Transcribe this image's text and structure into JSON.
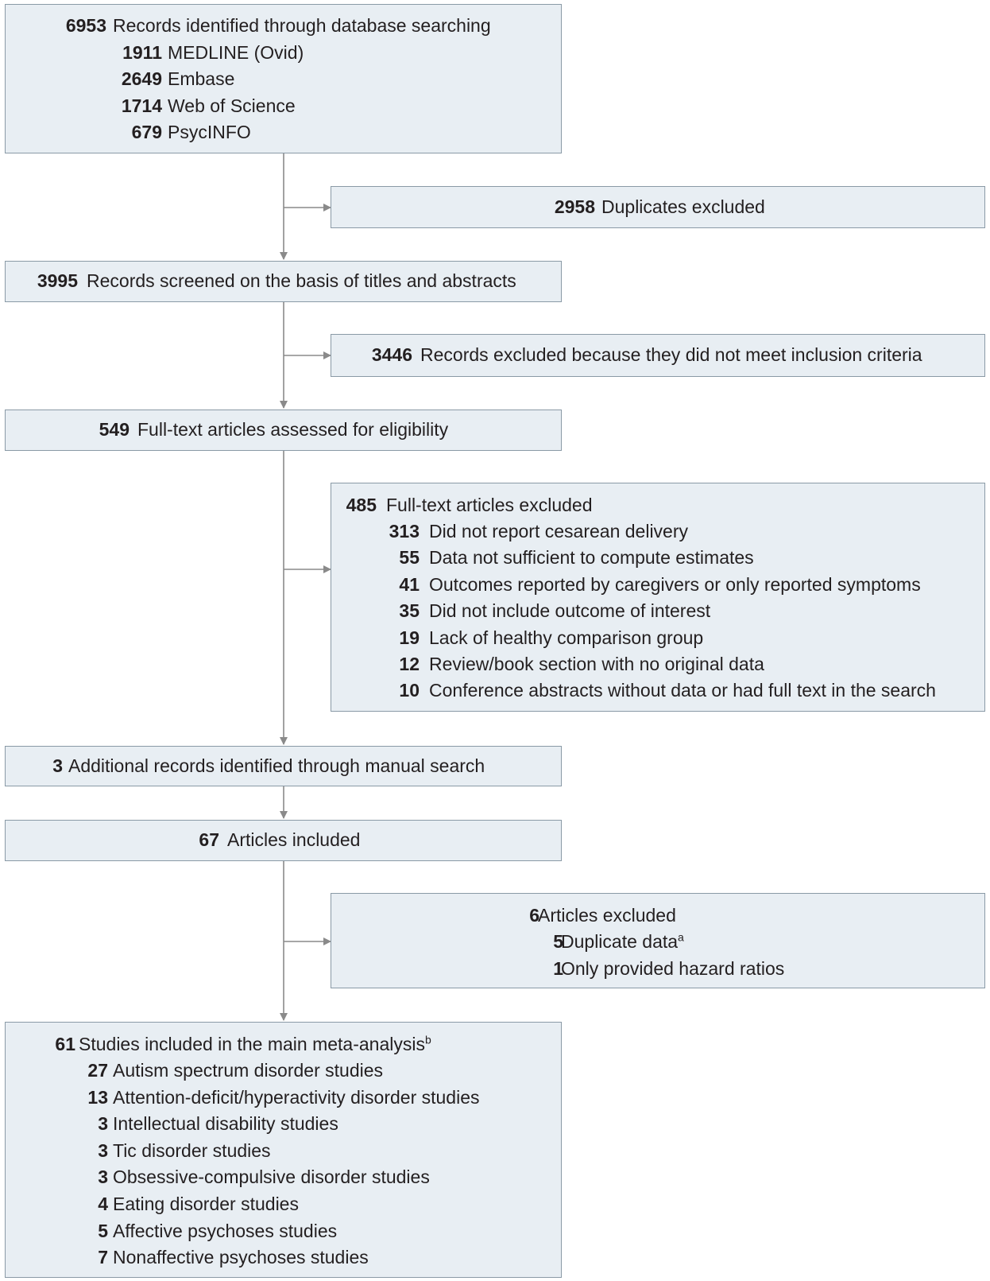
{
  "colors": {
    "box_fill": "#e8eef3",
    "box_border": "#8a9aa6",
    "arrow": "#8a8a8a",
    "text": "#231f20"
  },
  "identified": {
    "count": "6953",
    "label": "Records identified through database searching",
    "sources": [
      {
        "count": "1911",
        "label": "MEDLINE (Ovid)"
      },
      {
        "count": "2649",
        "label": "Embase"
      },
      {
        "count": "1714",
        "label": "Web of Science"
      },
      {
        "count": "679",
        "label": "PsycINFO"
      }
    ]
  },
  "duplicates": {
    "count": "2958",
    "label": "Duplicates excluded"
  },
  "screened": {
    "count": "3995",
    "label": "Records screened on the basis of titles and abstracts"
  },
  "excluded_screen": {
    "count": "3446",
    "label": "Records excluded because they did not meet inclusion criteria"
  },
  "fulltext": {
    "count": "549",
    "label": "Full-text articles assessed for eligibility"
  },
  "fulltext_excluded": {
    "count": "485",
    "label": "Full-text articles excluded",
    "reasons": [
      {
        "count": "313",
        "label": "Did not report cesarean delivery"
      },
      {
        "count": "55",
        "label": "Data not sufficient to compute estimates"
      },
      {
        "count": "41",
        "label": "Outcomes reported by caregivers or only reported symptoms"
      },
      {
        "count": "35",
        "label": "Did not include outcome of interest"
      },
      {
        "count": "19",
        "label": "Lack of healthy comparison group"
      },
      {
        "count": "12",
        "label": "Review/book section with no original data"
      },
      {
        "count": "10",
        "label": "Conference abstracts without data or had full text in the search"
      }
    ]
  },
  "manual": {
    "count": "3",
    "label": "Additional records identified through manual search"
  },
  "included": {
    "count": "67",
    "label": "Articles included"
  },
  "articles_excluded": {
    "count": "6",
    "label": "Articles excluded",
    "reasons": [
      {
        "count": "5",
        "label": "Duplicate data",
        "sup": "a"
      },
      {
        "count": "1",
        "label": "Only provided hazard ratios"
      }
    ]
  },
  "meta": {
    "count": "61",
    "label": "Studies included in the main meta-analysis",
    "sup": "b",
    "studies": [
      {
        "count": "27",
        "label": "Autism spectrum disorder studies"
      },
      {
        "count": "13",
        "label": "Attention-deficit/hyperactivity disorder studies"
      },
      {
        "count": "3",
        "label": "Intellectual disability studies"
      },
      {
        "count": "3",
        "label": "Tic disorder studies"
      },
      {
        "count": "3",
        "label": "Obsessive-compulsive disorder studies"
      },
      {
        "count": "4",
        "label": "Eating disorder studies"
      },
      {
        "count": "5",
        "label": "Affective psychoses studies"
      },
      {
        "count": "7",
        "label": "Nonaffective psychoses studies"
      }
    ]
  }
}
